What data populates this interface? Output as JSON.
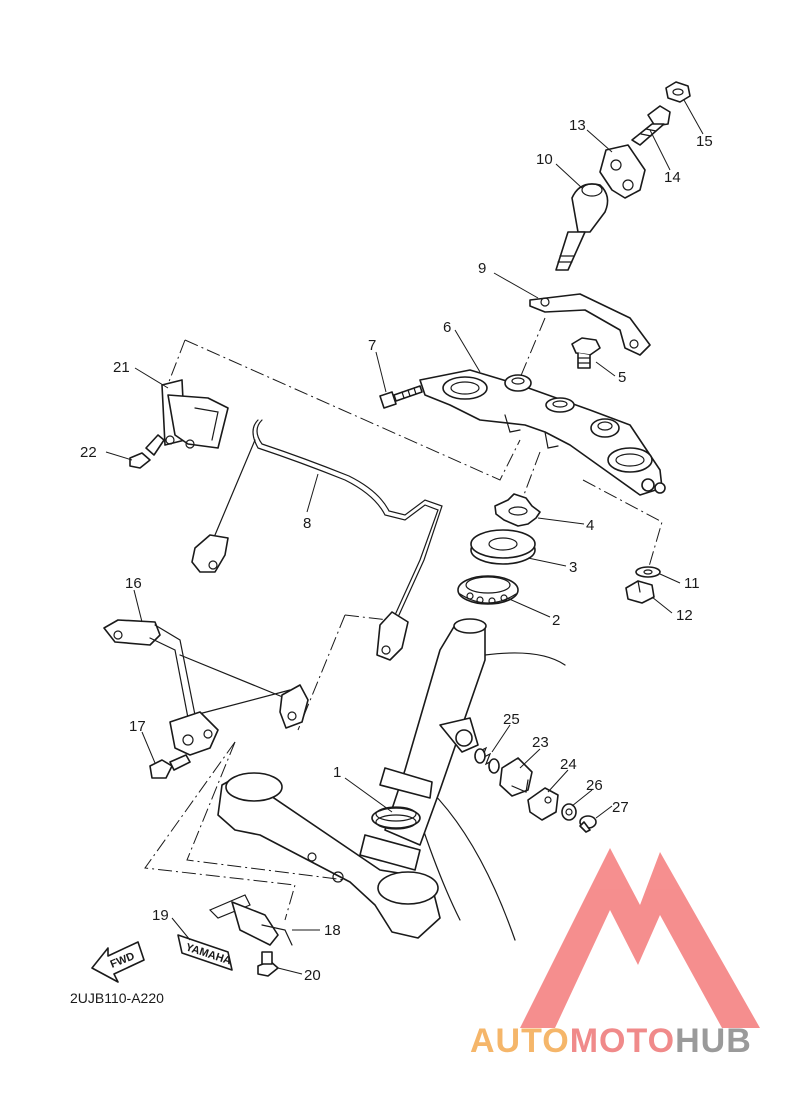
{
  "diagram_code": "2UJB110-A220",
  "fwd_label": "FWD",
  "yamaha_label": "YAMAHA",
  "callouts": [
    {
      "num": "1"
    },
    {
      "num": "2"
    },
    {
      "num": "3"
    },
    {
      "num": "4"
    },
    {
      "num": "5"
    },
    {
      "num": "6"
    },
    {
      "num": "7"
    },
    {
      "num": "8"
    },
    {
      "num": "9"
    },
    {
      "num": "10"
    },
    {
      "num": "11"
    },
    {
      "num": "12"
    },
    {
      "num": "13"
    },
    {
      "num": "14"
    },
    {
      "num": "15"
    },
    {
      "num": "16"
    },
    {
      "num": "17"
    },
    {
      "num": "18"
    },
    {
      "num": "19"
    },
    {
      "num": "20"
    },
    {
      "num": "21"
    },
    {
      "num": "22"
    },
    {
      "num": "23"
    },
    {
      "num": "24"
    },
    {
      "num": "25"
    },
    {
      "num": "26"
    },
    {
      "num": "27"
    }
  ],
  "watermark": {
    "part1": "AUTO",
    "part2": "MOTO",
    "part3": "HUB",
    "color1": "#f5b66a",
    "color2": "#f08a8a",
    "color3": "#9a9a9a",
    "logo_color": "#f47b7b"
  }
}
